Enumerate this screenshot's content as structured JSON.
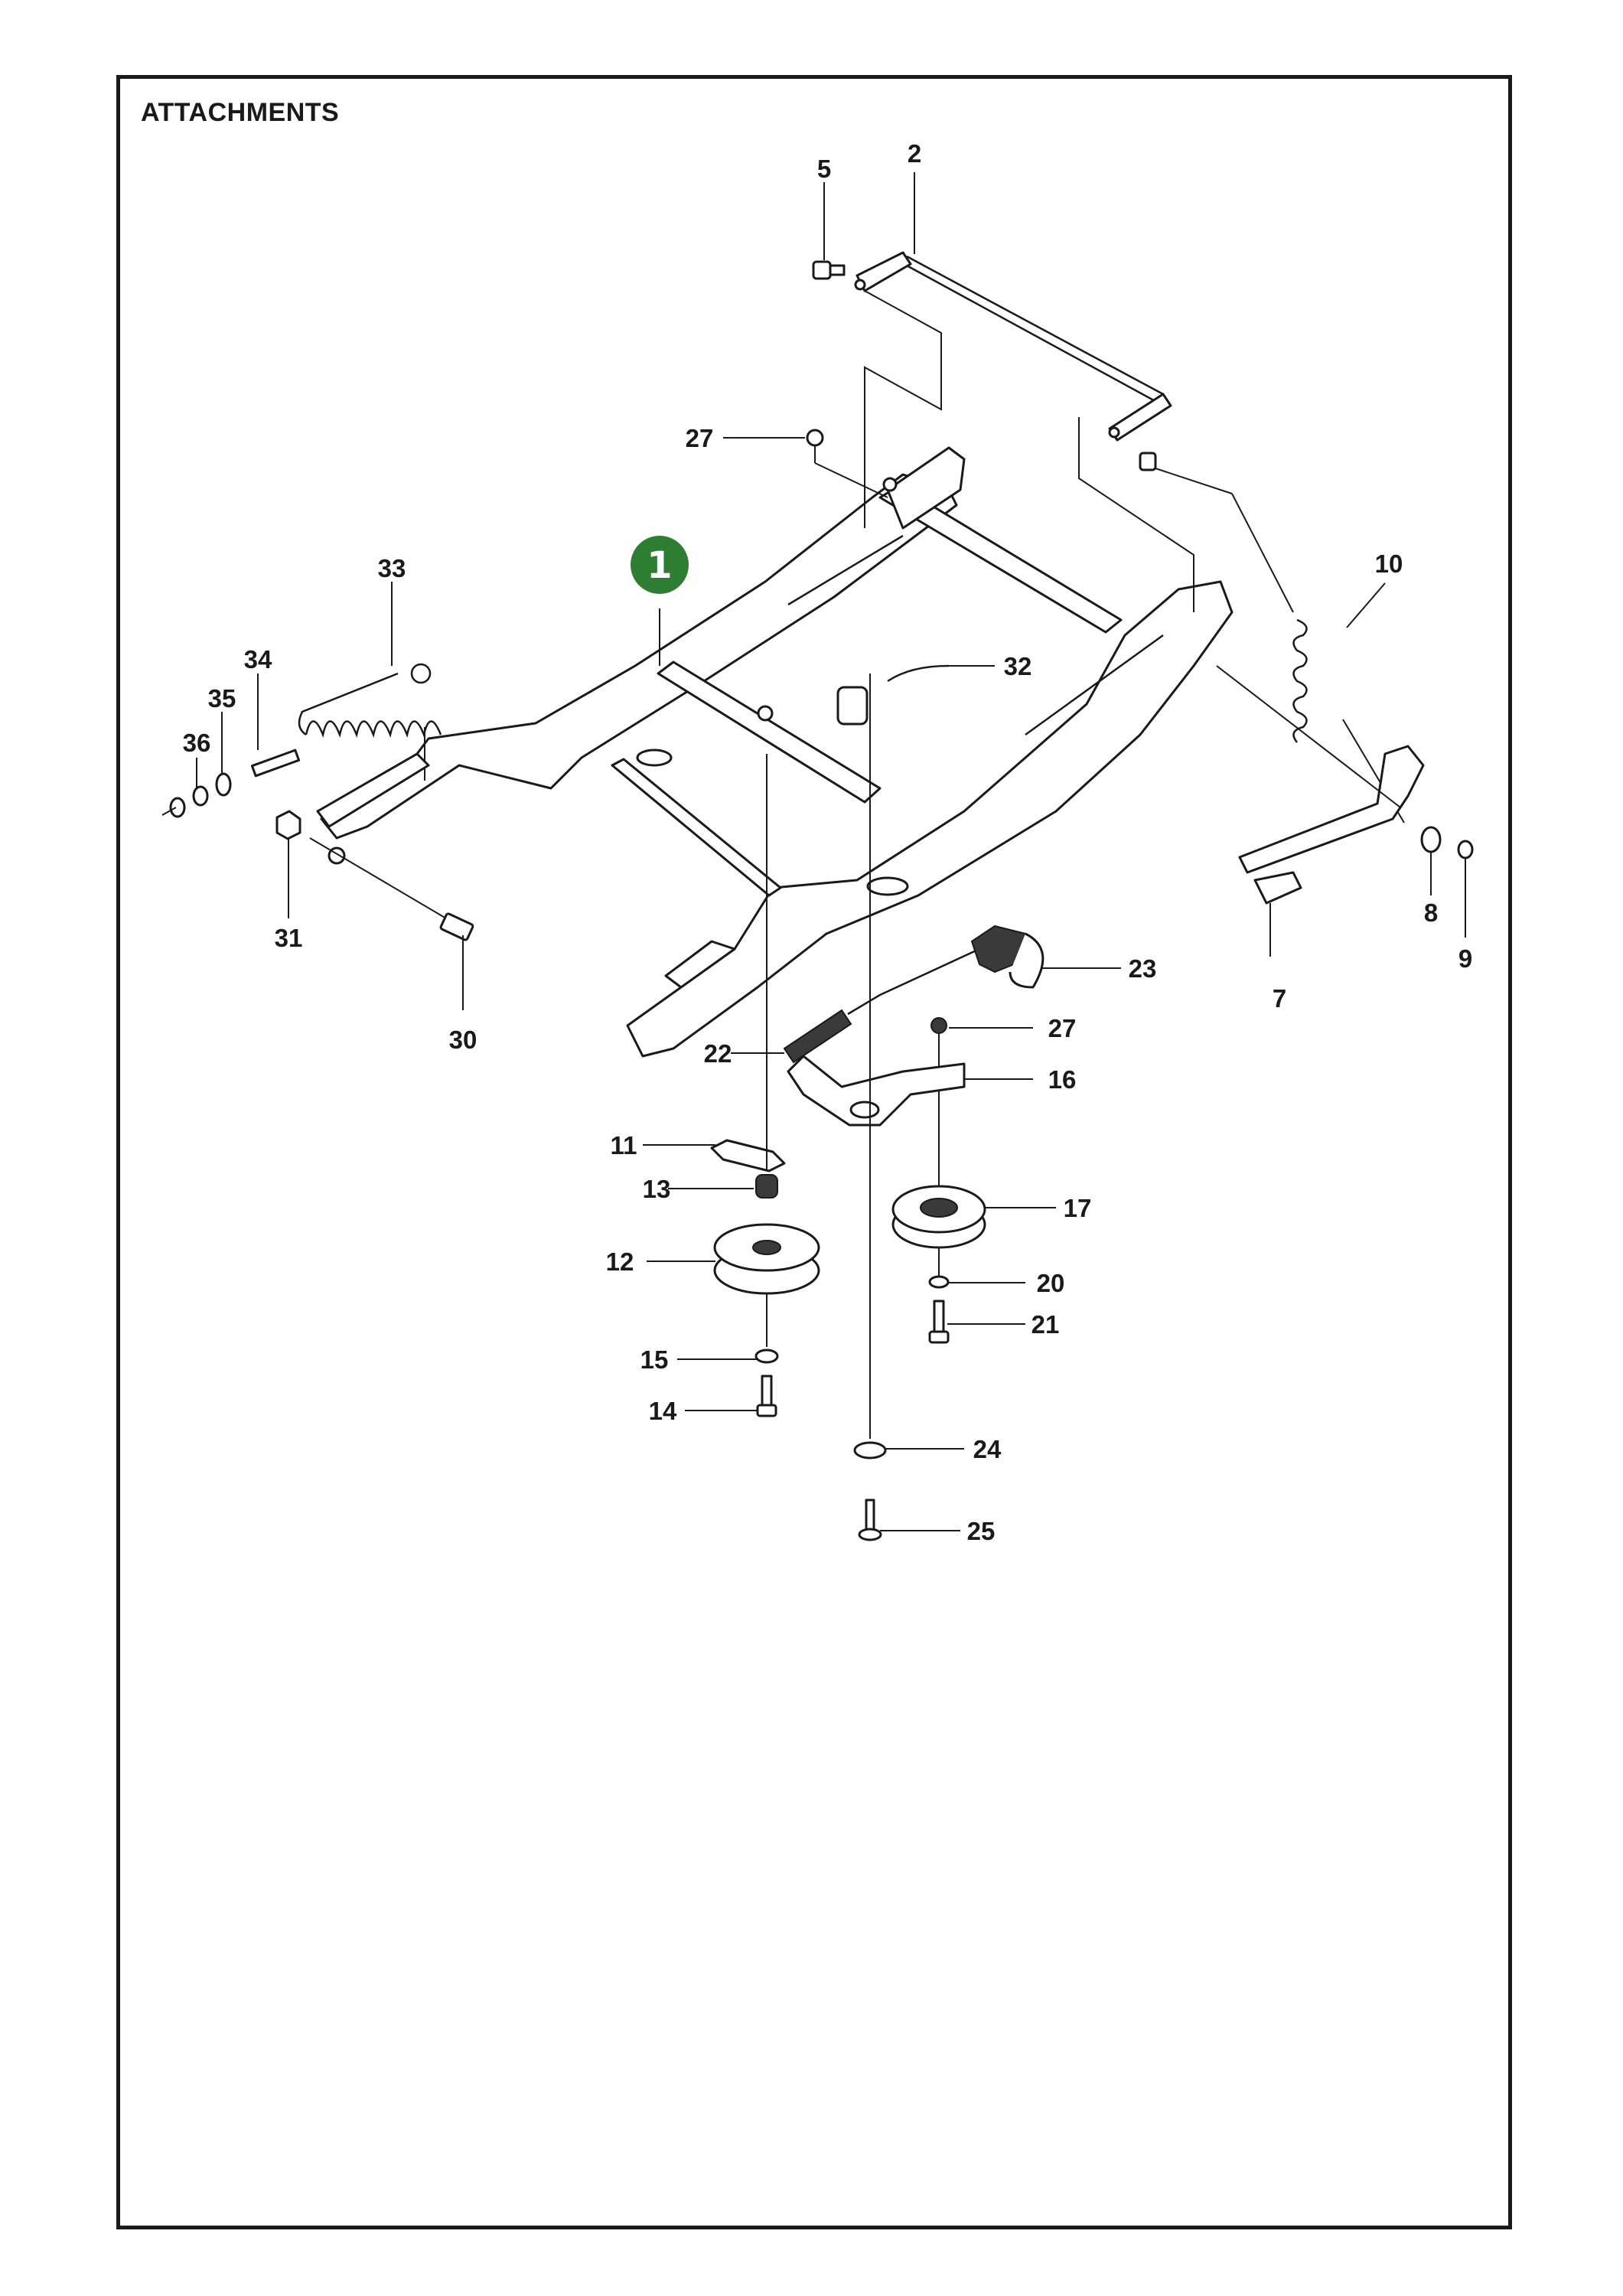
{
  "page": {
    "title": "ATTACHMENTS"
  },
  "badge": {
    "label": "1",
    "color": "#2e7d32"
  },
  "callouts": [
    "2",
    "5",
    "27",
    "10",
    "33",
    "34",
    "35",
    "36",
    "32",
    "31",
    "30",
    "7",
    "8",
    "9",
    "23",
    "27",
    "22",
    "16",
    "11",
    "13",
    "12",
    "17",
    "20",
    "21",
    "15",
    "14",
    "24",
    "25"
  ],
  "colors": {
    "line": "#1a1a1a",
    "badge": "#2e7d32",
    "background": "#ffffff"
  }
}
